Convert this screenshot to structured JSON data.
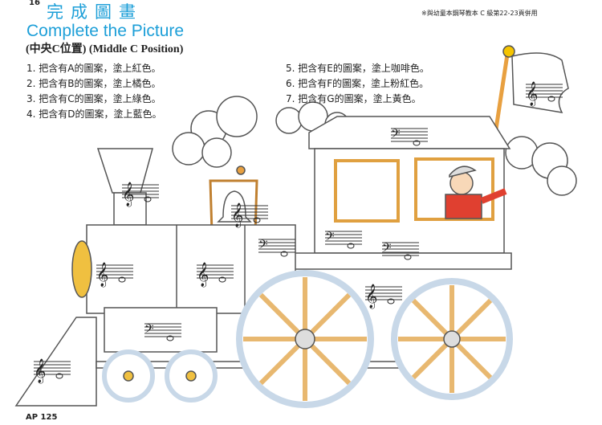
{
  "page_number": "16",
  "title_zh": "完成圖畫",
  "title_en": "Complete the Picture",
  "subtitle": "(中央C位置) (Middle C Position)",
  "note": "※與幼童本鋼琴教本 C 級第22-23頁併用",
  "instructions": [
    "1. 把含有A的圖案，塗上紅色。",
    "2. 把含有B的圖案，塗上橘色。",
    "3. 把含有C的圖案，塗上綠色。",
    "4. 把含有D的圖案，塗上藍色。",
    "5. 把含有E的圖案，塗上咖啡色。",
    "6. 把含有F的圖案，塗上粉紅色。",
    "7. 把含有G的圖案，塗上黃色。"
  ],
  "footer": "AP 125",
  "colors": {
    "title": "#1d9fd8",
    "outline": "#555555",
    "wheel_spoke": "#e8b870",
    "flagpole": "#e8a040"
  }
}
